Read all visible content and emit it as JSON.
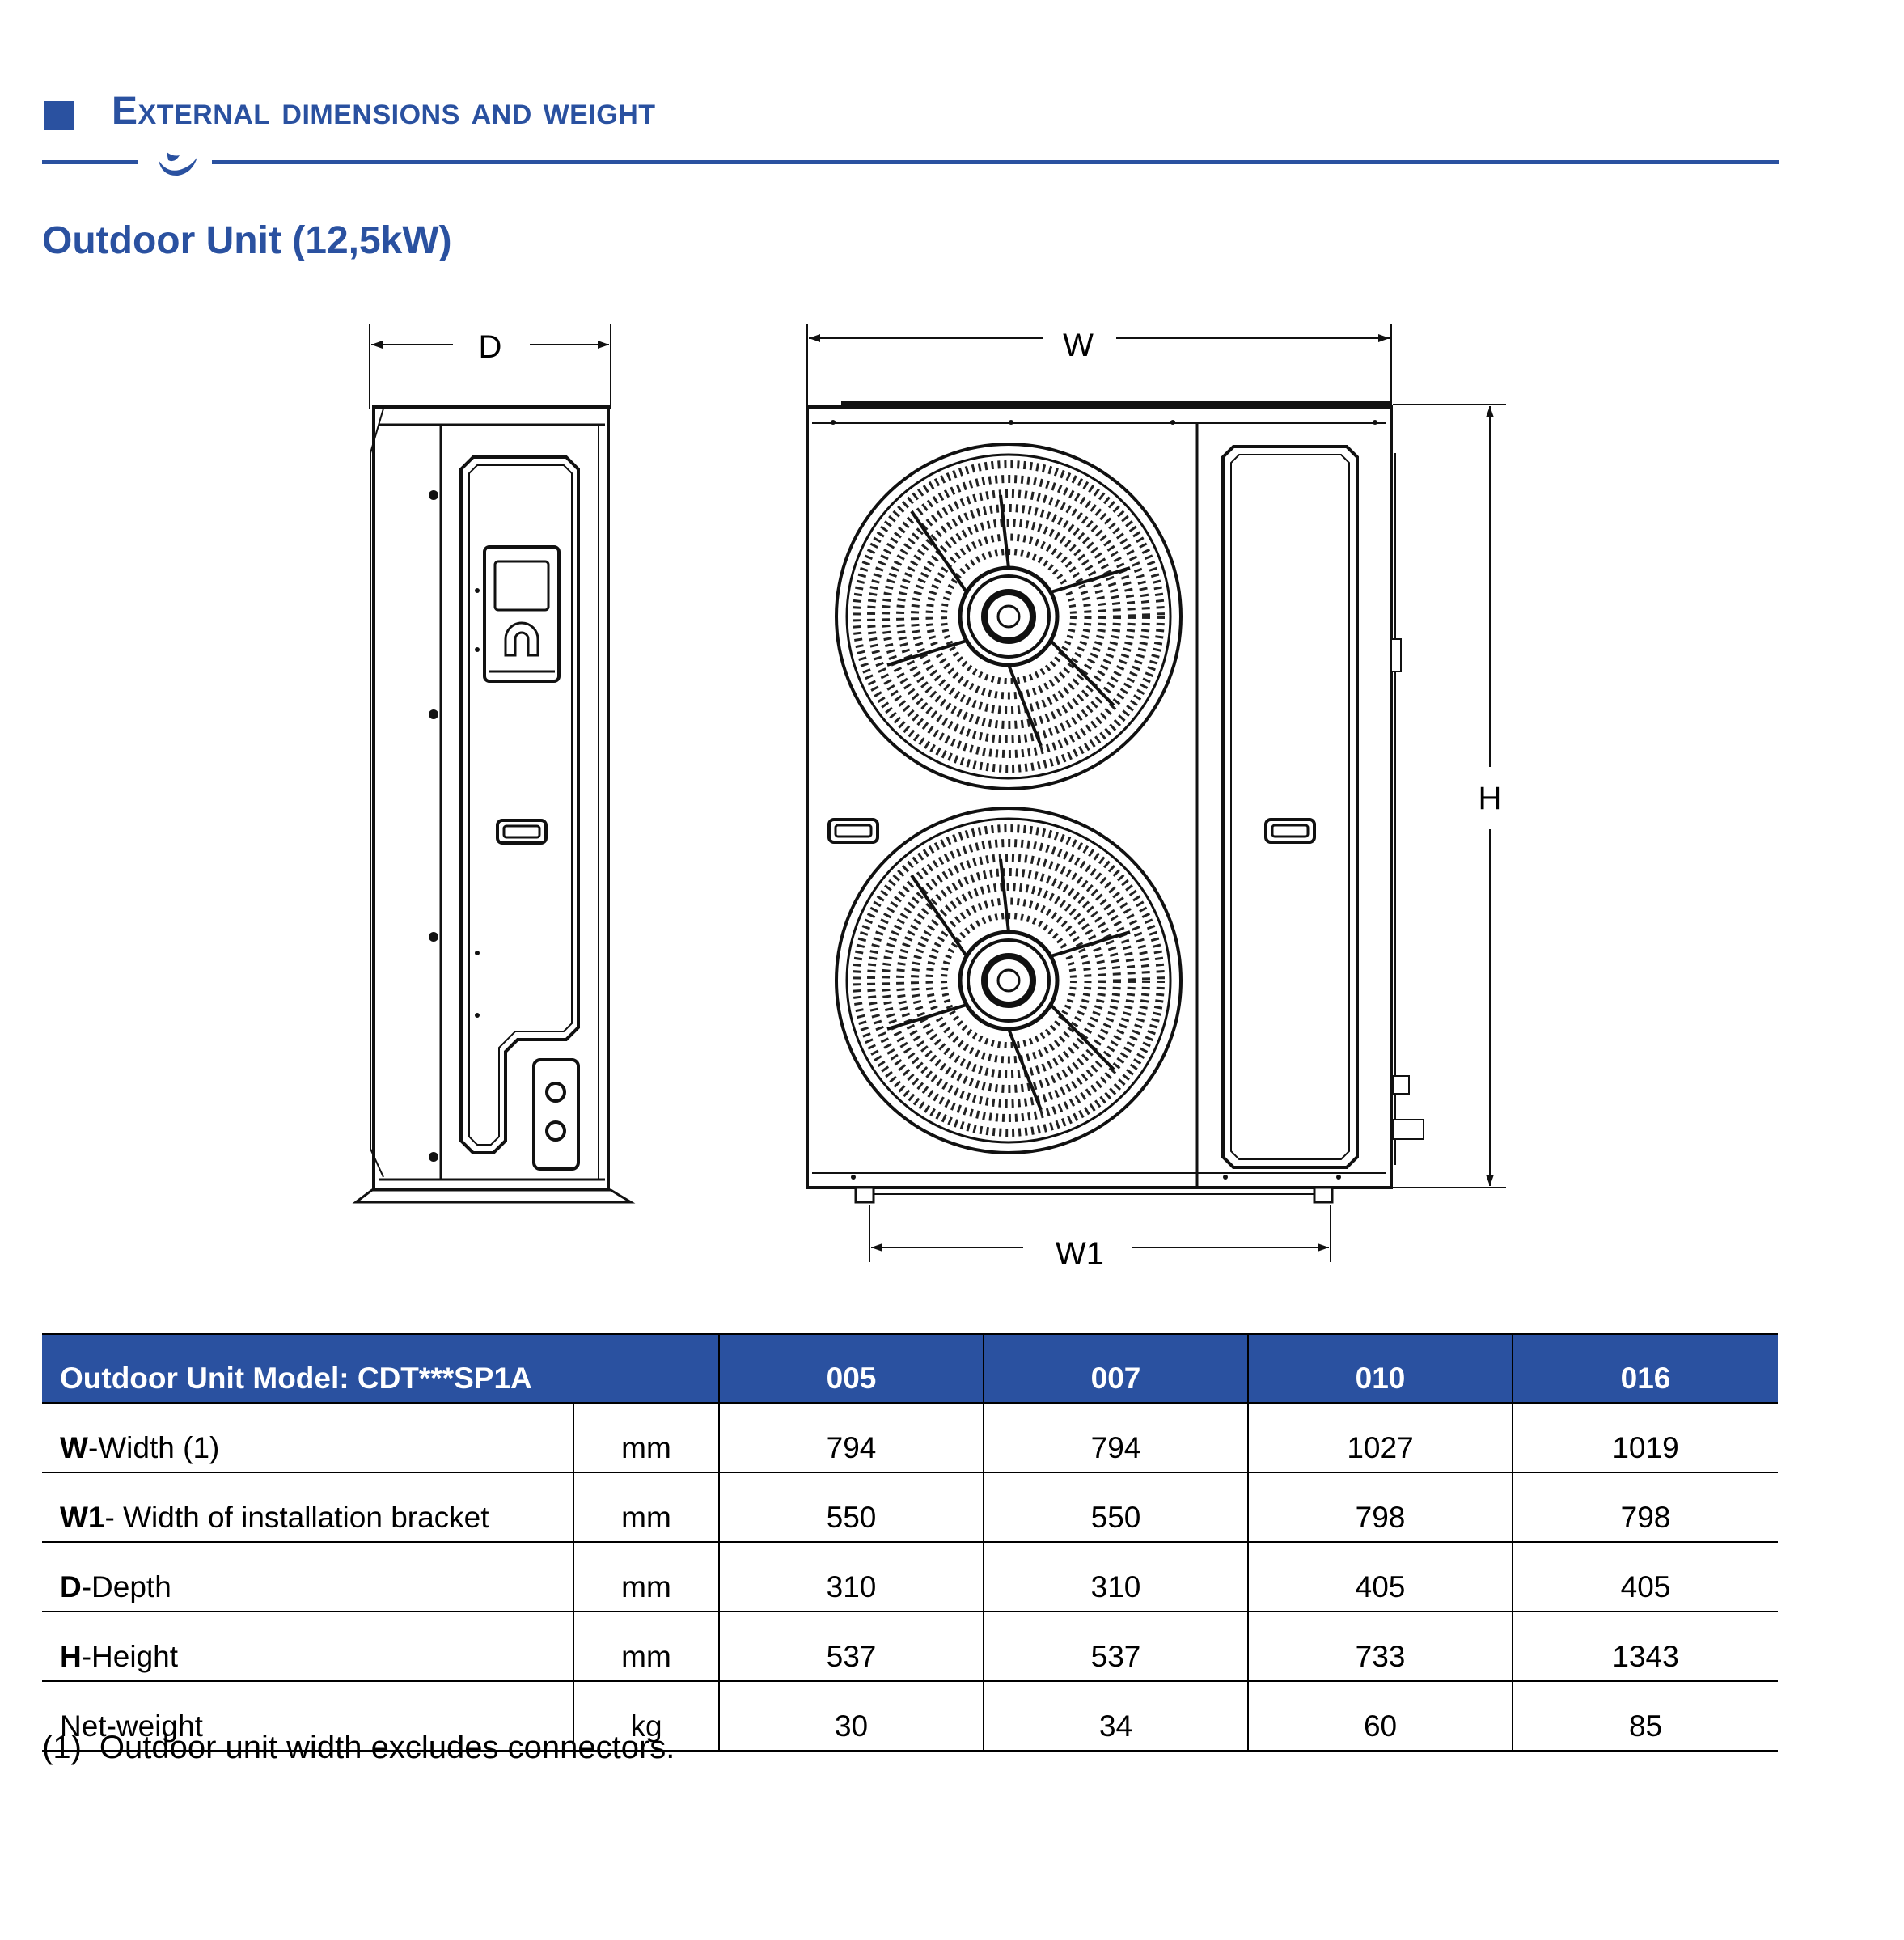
{
  "header": {
    "title": "External dimensions and weight",
    "brand_color": "#2a51a0"
  },
  "subtitle": "Outdoor Unit (12,5kW)",
  "drawing": {
    "labels": {
      "d": "D",
      "w": "W",
      "h": "H",
      "w1": "W1"
    }
  },
  "table": {
    "model_header": "Outdoor Unit Model: CDT***SP1A",
    "models": [
      "005",
      "007",
      "010",
      "016"
    ],
    "rows": [
      {
        "label_bold": "W",
        "label_rest": "-Width (1)",
        "unit": "mm",
        "values": [
          "794",
          "794",
          "1027",
          "1019"
        ]
      },
      {
        "label_bold": "W1",
        "label_rest": "- Width of installation bracket",
        "unit": "mm",
        "values": [
          "550",
          "550",
          "798",
          "798"
        ]
      },
      {
        "label_bold": "D",
        "label_rest": "-Depth",
        "unit": "mm",
        "values": [
          "310",
          "310",
          "405",
          "405"
        ]
      },
      {
        "label_bold": "H",
        "label_rest": "-Height",
        "unit": "mm",
        "values": [
          "537",
          "537",
          "733",
          "1343"
        ]
      },
      {
        "label_bold": "",
        "label_rest": "Net-weight",
        "unit": "kg",
        "values": [
          "30",
          "34",
          "60",
          "85"
        ]
      }
    ]
  },
  "footnote": {
    "num": "(1)",
    "text": "Outdoor unit width excludes connectors."
  }
}
